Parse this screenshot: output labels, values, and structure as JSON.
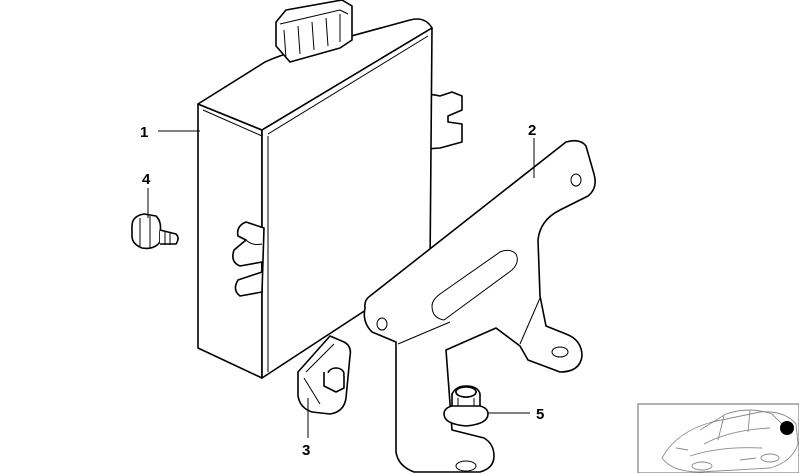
{
  "callouts": {
    "c1": "1",
    "c2": "2",
    "c3": "3",
    "c4": "4",
    "c5": "5"
  },
  "thumbnail": {
    "marker_color": "#000000"
  }
}
